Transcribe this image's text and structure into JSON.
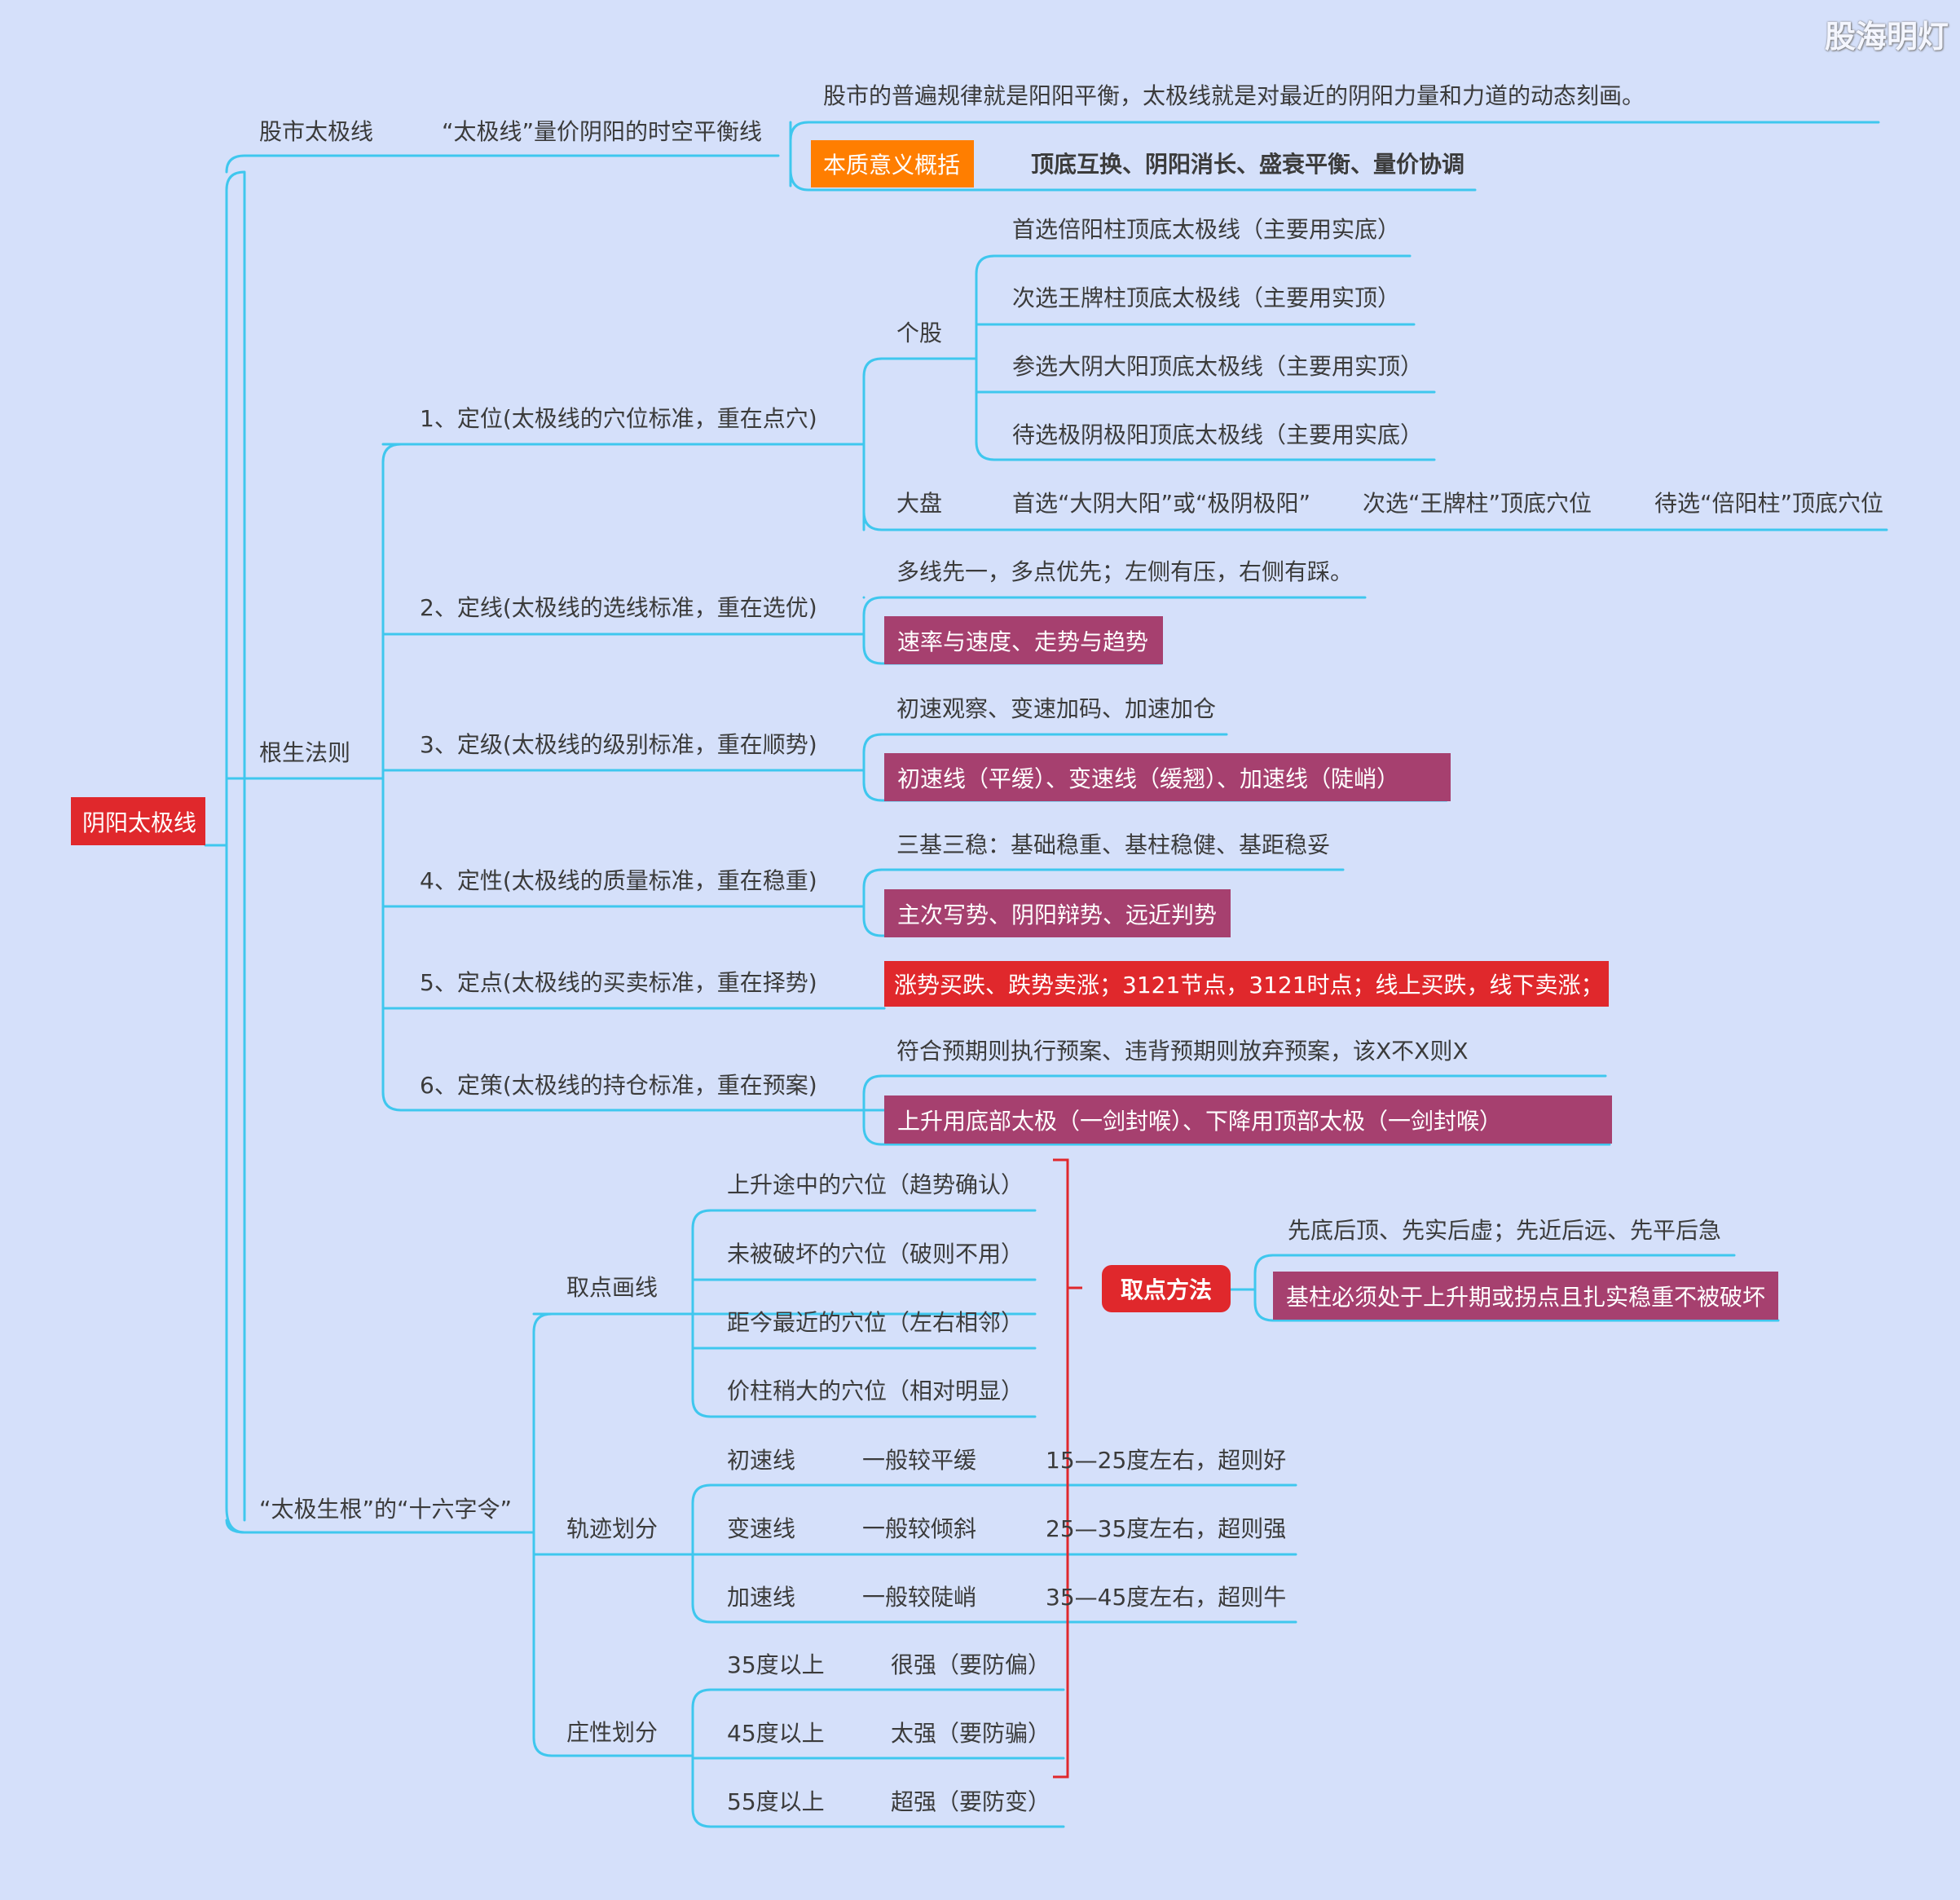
{
  "watermark": "股海明灯",
  "root": "阴阳太极线",
  "b1": {
    "label": "股市太极线",
    "sub": "“太极线”量价阴阳的时空平衡线",
    "desc": "股市的普遍规律就是阳阳平衡，太极线就是对最近的阴阳力量和力道的动态刻画。",
    "tag": "本质意义概括",
    "tag_text": "顶底互换、阴阳消长、盛衰平衡、量价协调"
  },
  "b2": {
    "label": "根生法则",
    "r1": {
      "label": "1、定位(太极线的穴位标准，重在点穴)",
      "stock": "个股",
      "stock_items": [
        "首选倍阳柱顶底太极线（主要用实底）",
        "次选王牌柱顶底太极线（主要用实顶）",
        "参选大阴大阳顶底太极线（主要用实顶）",
        "待选极阴极阳顶底太极线（主要用实底）"
      ],
      "market": "大盘",
      "market_items": [
        "首选“大阴大阳”或“极阴极阳”",
        "次选“王牌柱”顶底穴位",
        "待选“倍阳柱”顶底穴位"
      ]
    },
    "r2": {
      "label": "2、定线(太极线的选线标准，重在选优)",
      "text": "多线先一，多点优先；左侧有压，右侧有踩。",
      "tag": "速率与速度、走势与趋势"
    },
    "r3": {
      "label": "3、定级(太极线的级别标准，重在顺势)",
      "text": "初速观察、变速加码、加速加仓",
      "tag": "初速线（平缓）、变速线（缓翘）、加速线（陡峭）"
    },
    "r4": {
      "label": "4、定性(太极线的质量标准，重在稳重)",
      "text": "三基三稳：基础稳重、基柱稳健、基距稳妥",
      "tag": "主次写势、阴阳辩势、远近判势"
    },
    "r5": {
      "label": "5、定点(太极线的买卖标准，重在择势)",
      "tag": "涨势买跌、跌势卖涨；3121节点，3121时点；线上买跌，线下卖涨；"
    },
    "r6": {
      "label": "6、定策(太极线的持仓标准，重在预案)",
      "text": "符合预期则执行预案、违背预期则放弃预案，该X不X则X",
      "tag": "上升用底部太极（一剑封喉）、下降用顶部太极（一剑封喉）"
    }
  },
  "b3": {
    "label": "“太极生根”的“十六字令”",
    "g1": {
      "label": "取点画线",
      "items": [
        "上升途中的穴位（趋势确认）",
        "未被破坏的穴位（破则不用）",
        "距今最近的穴位（左右相邻）",
        "价柱稍大的穴位（相对明显）"
      ],
      "method": "取点方法",
      "method_text": "先底后顶、先实后虚；先近后远、先平后急",
      "method_tag": "基柱必须处于上升期或拐点且扎实稳重不被破坏"
    },
    "g2": {
      "label": "轨迹划分",
      "rows": [
        [
          "初速线",
          "一般较平缓",
          "15—25度左右，超则好"
        ],
        [
          "变速线",
          "一般较倾斜",
          "25—35度左右，超则强"
        ],
        [
          "加速线",
          "一般较陡峭",
          "35—45度左右，超则牛"
        ]
      ]
    },
    "g3": {
      "label": "庄性划分",
      "rows": [
        [
          "35度以上",
          "很强（要防偏）"
        ],
        [
          "45度以上",
          "太强（要防骗）"
        ],
        [
          "55度以上",
          "超强（要防变）"
        ]
      ]
    }
  }
}
